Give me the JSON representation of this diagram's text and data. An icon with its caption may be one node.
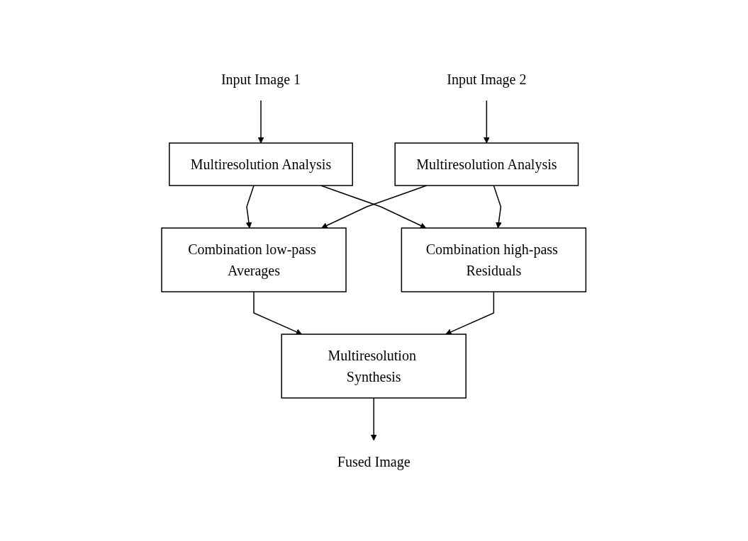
{
  "diagram": {
    "nodes": [
      {
        "text": [
          "Input Image 1"
        ]
      },
      {
        "text": [
          "Input Image 2"
        ]
      },
      {
        "text": [
          "Multiresolution Analysis"
        ]
      },
      {
        "text": [
          "Multiresolution Analysis"
        ]
      },
      {
        "text": [
          "Combination low-pass Averages"
        ]
      },
      {
        "text": [
          "Combination high-pass Residuals"
        ]
      },
      {
        "text": [
          "Multiresolution Synthesis"
        ]
      },
      {
        "text": [
          "Fused Image"
        ]
      }
    ],
    "edges": [
      {
        "from": 0,
        "to": 2,
        "arrow": "to"
      },
      {
        "from": 1,
        "to": 3,
        "arrow": "to"
      },
      {
        "from": 2,
        "to": 4,
        "arrow": "to"
      },
      {
        "from": 2,
        "to": 5,
        "arrow": "to"
      },
      {
        "from": 3,
        "to": 4,
        "arrow": "to"
      },
      {
        "from": 3,
        "to": 5,
        "arrow": "to"
      },
      {
        "from": 4,
        "to": 6,
        "arrow": "to"
      },
      {
        "from": 5,
        "to": 6,
        "arrow": "to"
      },
      {
        "from": 6,
        "to": 7,
        "arrow": "to"
      }
    ]
  }
}
